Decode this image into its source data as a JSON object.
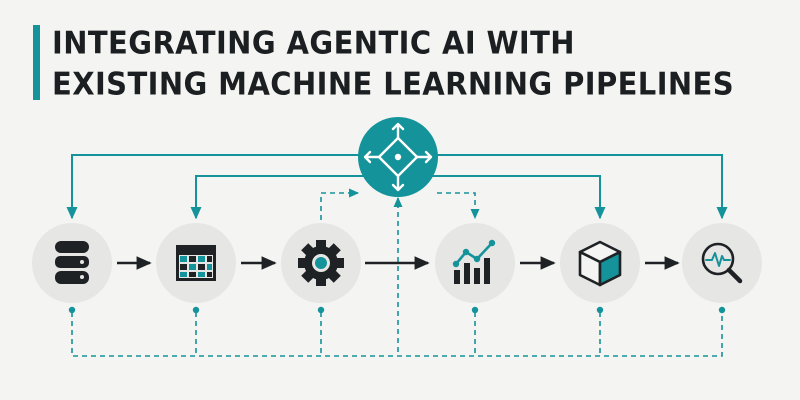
{
  "title": {
    "line1": "INTEGRATING AGENTIC AI WITH",
    "line2": "EXISTING MACHINE LEARNING PIPELINES"
  },
  "colors": {
    "accent": "#14939a",
    "ink": "#1f2224",
    "node_bg": "#e6e6e5",
    "background": "#f4f4f3"
  },
  "agent": {
    "icon": "agent-directions-icon"
  },
  "pipeline": [
    {
      "id": "data",
      "icon": "database-icon"
    },
    {
      "id": "preprocess",
      "icon": "table-icon"
    },
    {
      "id": "train",
      "icon": "gear-icon"
    },
    {
      "id": "evaluate",
      "icon": "bar-chart-icon"
    },
    {
      "id": "deploy",
      "icon": "cube-icon"
    },
    {
      "id": "monitor",
      "icon": "magnifier-pulse-icon"
    }
  ]
}
